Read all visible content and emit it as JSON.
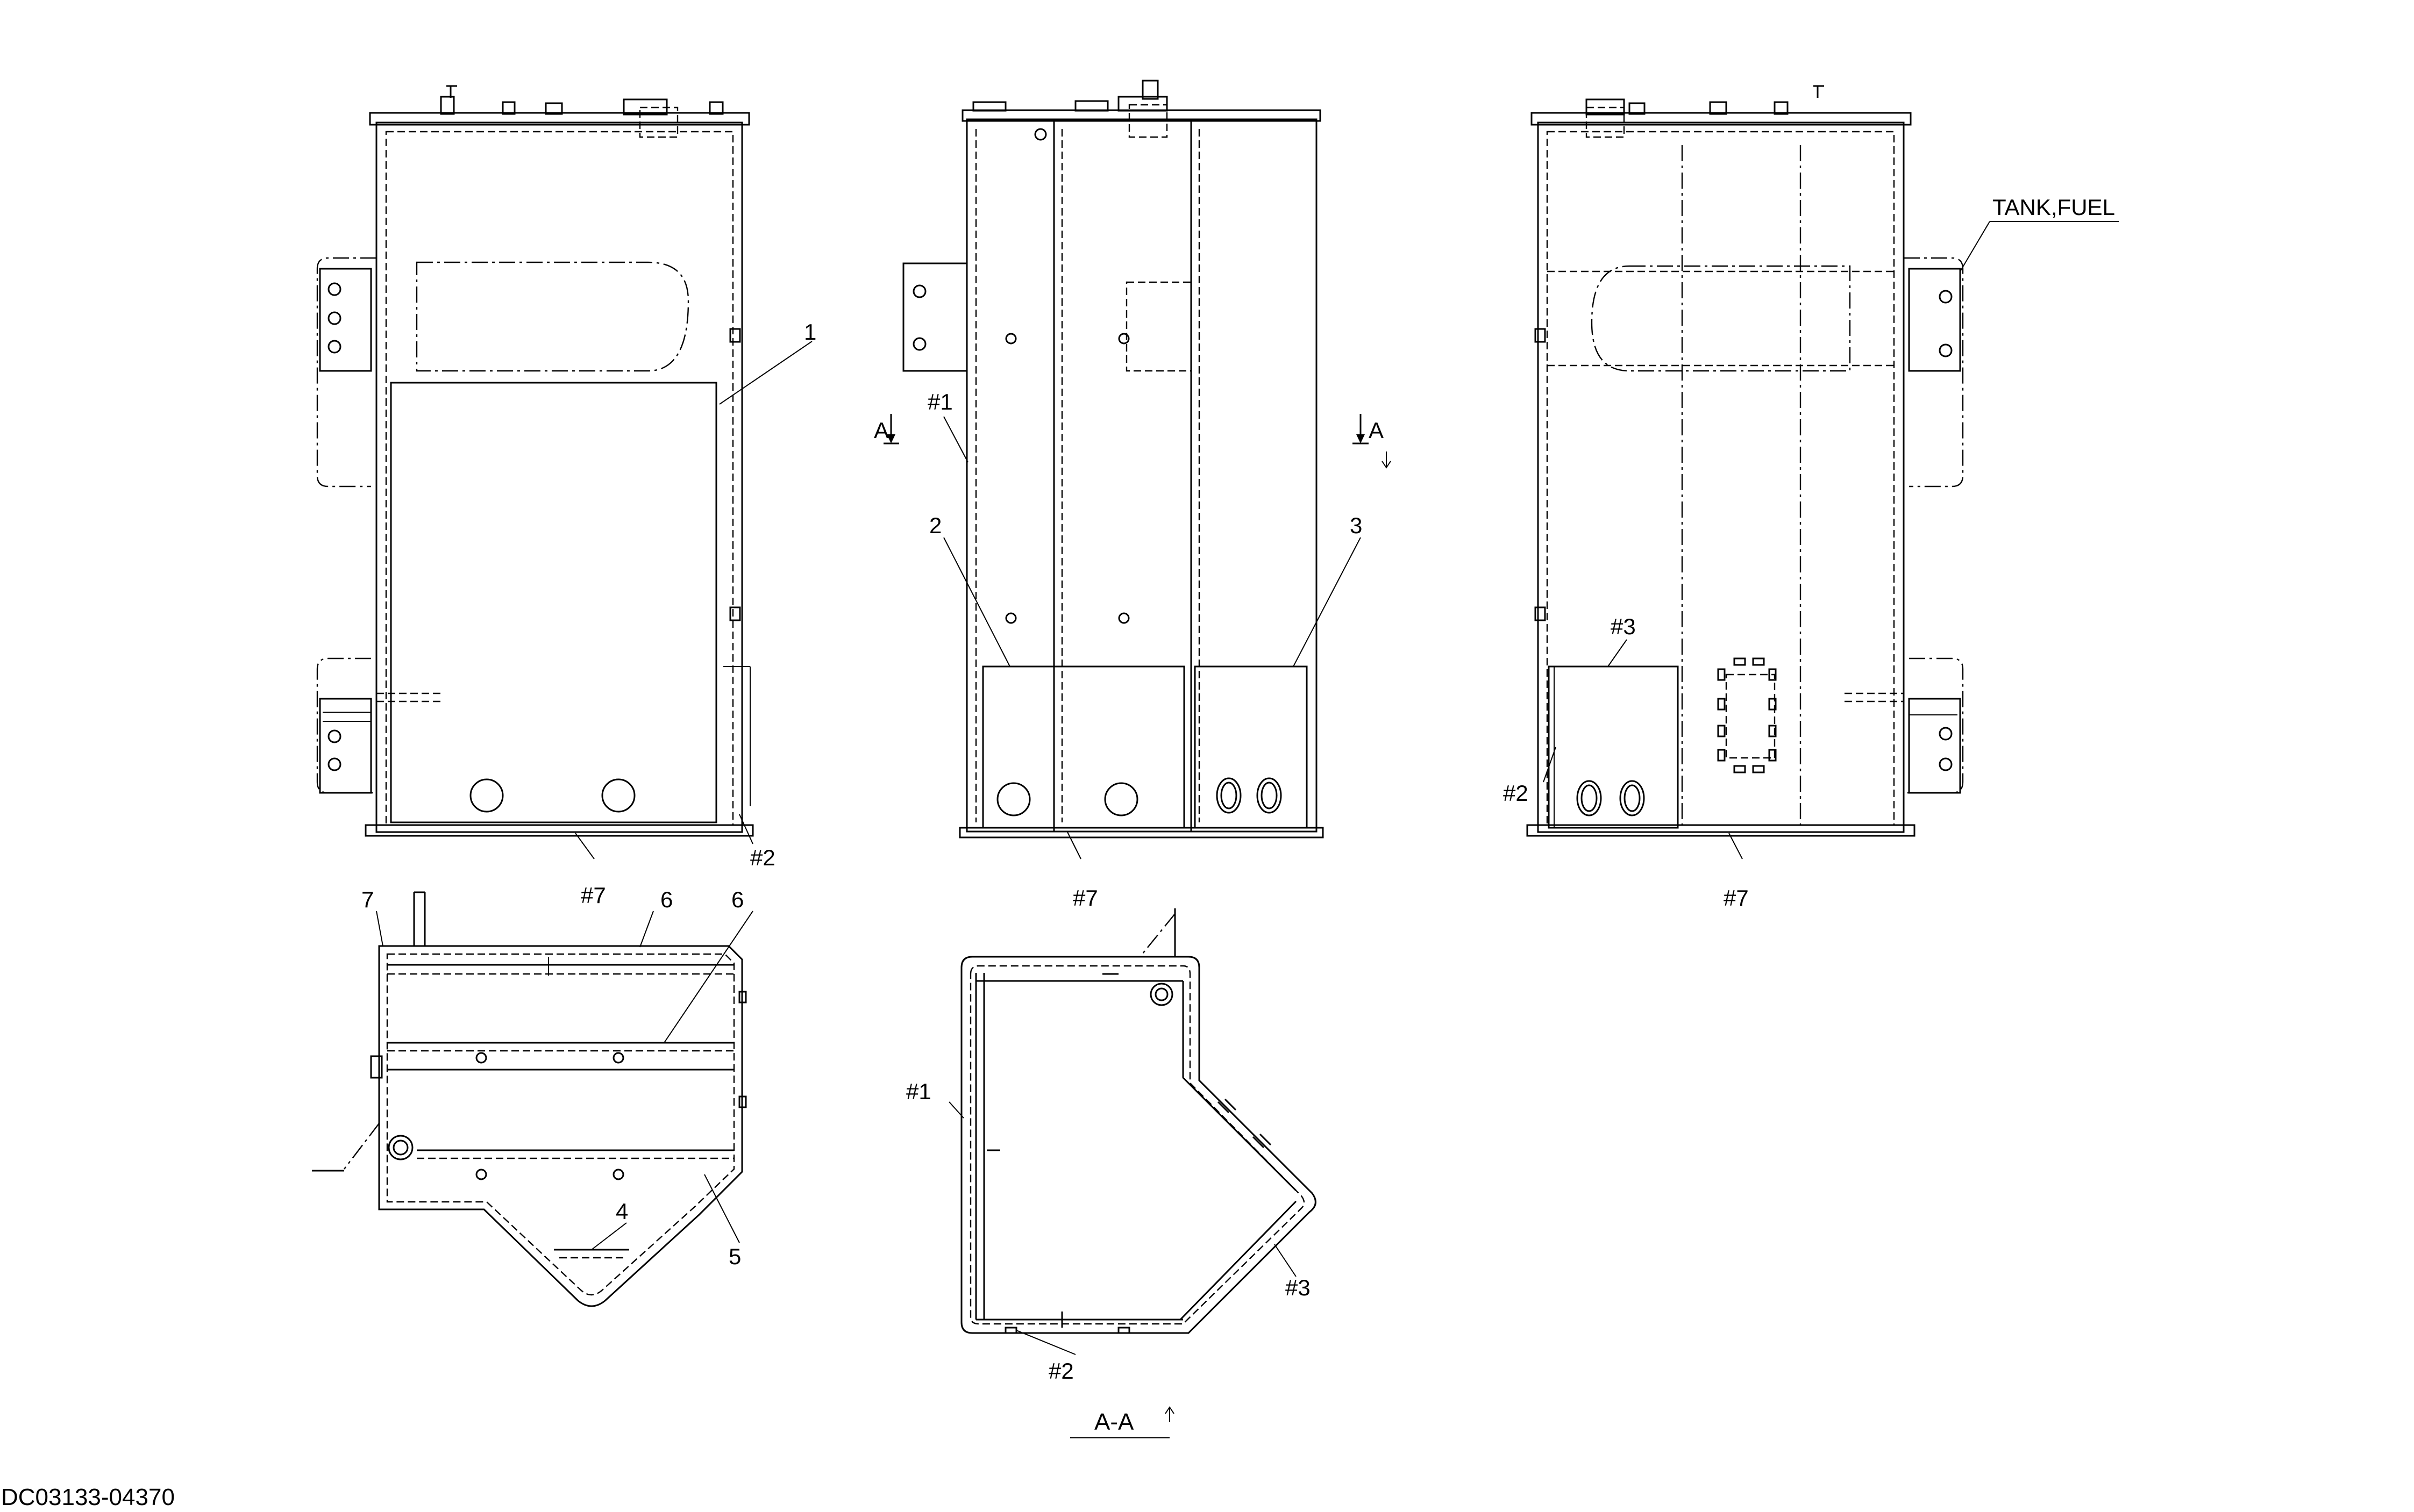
{
  "drawing": {
    "code": "DC03133-04370",
    "tank_label": "TANK,FUEL",
    "section_label": "A-A",
    "cut_marker": "A"
  },
  "callouts": {
    "n1": "1",
    "n2": "2",
    "n3": "3",
    "n4": "4",
    "n5": "5",
    "n6a": "6",
    "n6b": "6",
    "n7": "7",
    "h1_mid": "#1",
    "h1_sec": "#1",
    "h2_left": "#2",
    "h2_right": "#2",
    "h2_sec": "#2",
    "h3_right": "#3",
    "h3_sec": "#3",
    "h7_left": "#7",
    "h7_mid": "#7",
    "h7_right": "#7"
  }
}
